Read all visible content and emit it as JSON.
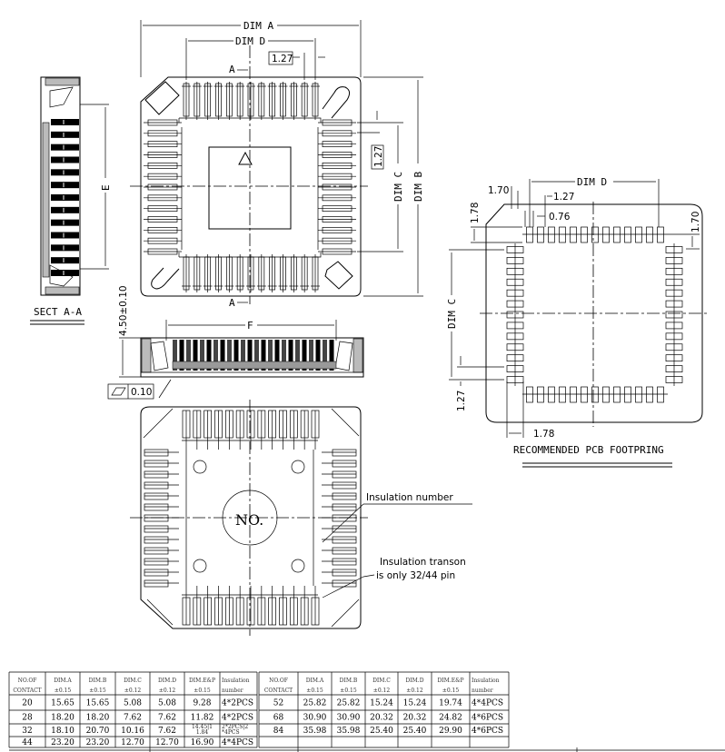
{
  "top_view": {
    "dim_a": "DIM A",
    "dim_d": "DIM D",
    "pitch": "1.27",
    "dim_b": "DIM B",
    "dim_c": "DIM C",
    "pitch_v": "1.27",
    "section_mark_top": "A",
    "section_mark_bottom": "A",
    "pins_per_side": 13
  },
  "section": {
    "title": "SECT A-A",
    "dim_e": "E"
  },
  "side_view": {
    "dim_f": "F",
    "height": "4.50±0.10",
    "flatness": "0.10"
  },
  "bottom_view": {
    "center_label": "NO.",
    "callout_1": "Insulation number",
    "callout_2_line1": "Insulation transon",
    "callout_2_line2": "is only 32/44 pin"
  },
  "footprint": {
    "title": "RECOMMENDED PCB FOOTPRING",
    "dim_d": "DIM D",
    "dim_c": "DIM C",
    "d170_left": "1.70",
    "d127_top": "1.27",
    "d076": "0.76",
    "d178_left": "1.78",
    "d170_right": "1.70",
    "d127_bottom": "1.27",
    "d178_bottom": "1.78"
  },
  "tables": [
    {
      "headers": [
        [
          "NO.OF",
          "CONTACT"
        ],
        [
          "DIM.A",
          "±0.15"
        ],
        [
          "DIM.B",
          "±0.15"
        ],
        [
          "DIM.C",
          "±0.12"
        ],
        [
          "DIM.D",
          "±0.12"
        ],
        [
          "DIM.E&P",
          "±0.15"
        ],
        [
          "Insulation",
          "number"
        ]
      ],
      "rows": [
        [
          "20",
          "15.65",
          "15.65",
          "5.08",
          "5.08",
          "9.28",
          "4*2PCS"
        ],
        [
          "28",
          "18.20",
          "18.20",
          "7.62",
          "7.62",
          "11.82",
          "4*2PCS"
        ],
        [
          "32",
          "18.10",
          "20.70",
          "10.16",
          "7.62",
          "14.45|11.84",
          "2*2PCS|2*4PCS"
        ],
        [
          "44",
          "23.20",
          "23.20",
          "12.70",
          "12.70",
          "16.90",
          "4*4PCS"
        ]
      ]
    },
    {
      "headers": [
        [
          "NO.OF",
          "CONTACT"
        ],
        [
          "DIM.A",
          "±0.15"
        ],
        [
          "DIM.B",
          "±0.15"
        ],
        [
          "DIM.C",
          "±0.12"
        ],
        [
          "DIM.D",
          "±0.12"
        ],
        [
          "DIM.E&P",
          "±0.15"
        ],
        [
          "Insulation",
          "number"
        ]
      ],
      "rows": [
        [
          "52",
          "25.82",
          "25.82",
          "15.24",
          "15.24",
          "19.74",
          "4*4PCS"
        ],
        [
          "68",
          "30.90",
          "30.90",
          "20.32",
          "20.32",
          "24.82",
          "4*6PCS"
        ],
        [
          "84",
          "35.98",
          "35.98",
          "25.40",
          "25.40",
          "29.90",
          "4*6PCS"
        ],
        [
          "",
          "",
          "",
          "",
          "",
          "",
          ""
        ]
      ]
    }
  ]
}
